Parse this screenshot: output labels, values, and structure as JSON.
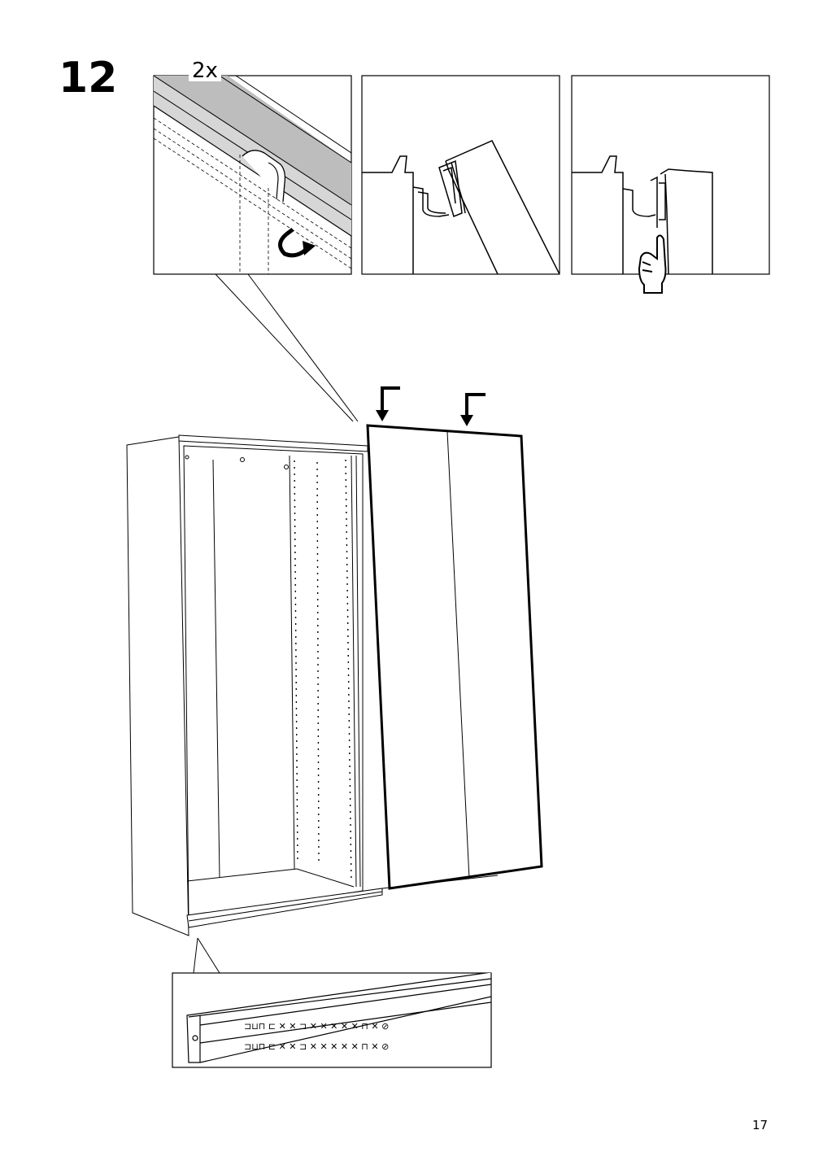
{
  "page": {
    "step_number": "12",
    "quantity_label": "2x",
    "page_number": "17"
  },
  "icons": [
    "rotate-arrow-icon",
    "down-arrow-icon",
    "hand-press-icon",
    "hook-clip-icon"
  ]
}
